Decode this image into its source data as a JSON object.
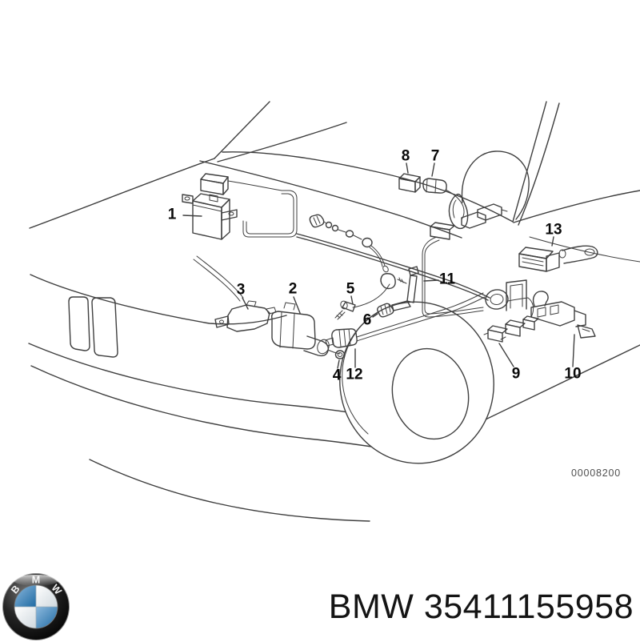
{
  "diagram": {
    "code": "00008200",
    "labels": [
      {
        "text": "1"
      },
      {
        "text": "2"
      },
      {
        "text": "3"
      },
      {
        "text": "4"
      },
      {
        "text": "5"
      },
      {
        "text": "6"
      },
      {
        "text": "7"
      },
      {
        "text": "8"
      },
      {
        "text": "9"
      },
      {
        "text": "10"
      },
      {
        "text": "11"
      },
      {
        "text": "12"
      },
      {
        "text": "13"
      }
    ]
  },
  "footer": {
    "title": "BMW 35411155958",
    "brand": "BMW",
    "part_number": "35411155958",
    "logo_letters": [
      "B",
      "M",
      "W"
    ]
  },
  "colors": {
    "line": "#3f3f3f",
    "label_text": "#0a0a0a",
    "code_text": "#4f4f4f",
    "footer_text": "#141414",
    "bmw_blue": "#2f79b5",
    "logo_ring": "#0d0d0d"
  }
}
